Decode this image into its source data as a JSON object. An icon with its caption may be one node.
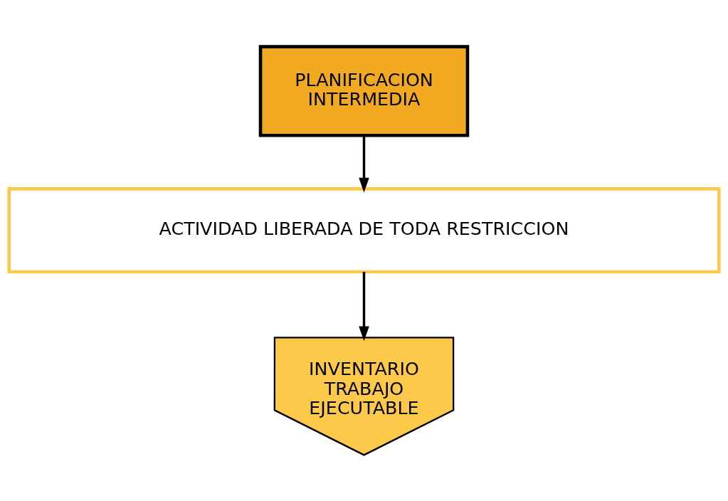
{
  "diagram": {
    "nodes": [
      {
        "text": [
          "PLANIFICACION INTERMEDIA"
        ]
      },
      {
        "text": [
          "ACTIVIDAD LIBERADA DE TODA RESTRICCION"
        ]
      },
      {
        "text": [
          "INVENTARIO TRABAJO EJECUTABLE"
        ]
      }
    ],
    "edges": [
      {
        "from": 0,
        "to": 1,
        "arrow": "to"
      },
      {
        "from": 1,
        "to": 2,
        "arrow": "to"
      }
    ]
  }
}
